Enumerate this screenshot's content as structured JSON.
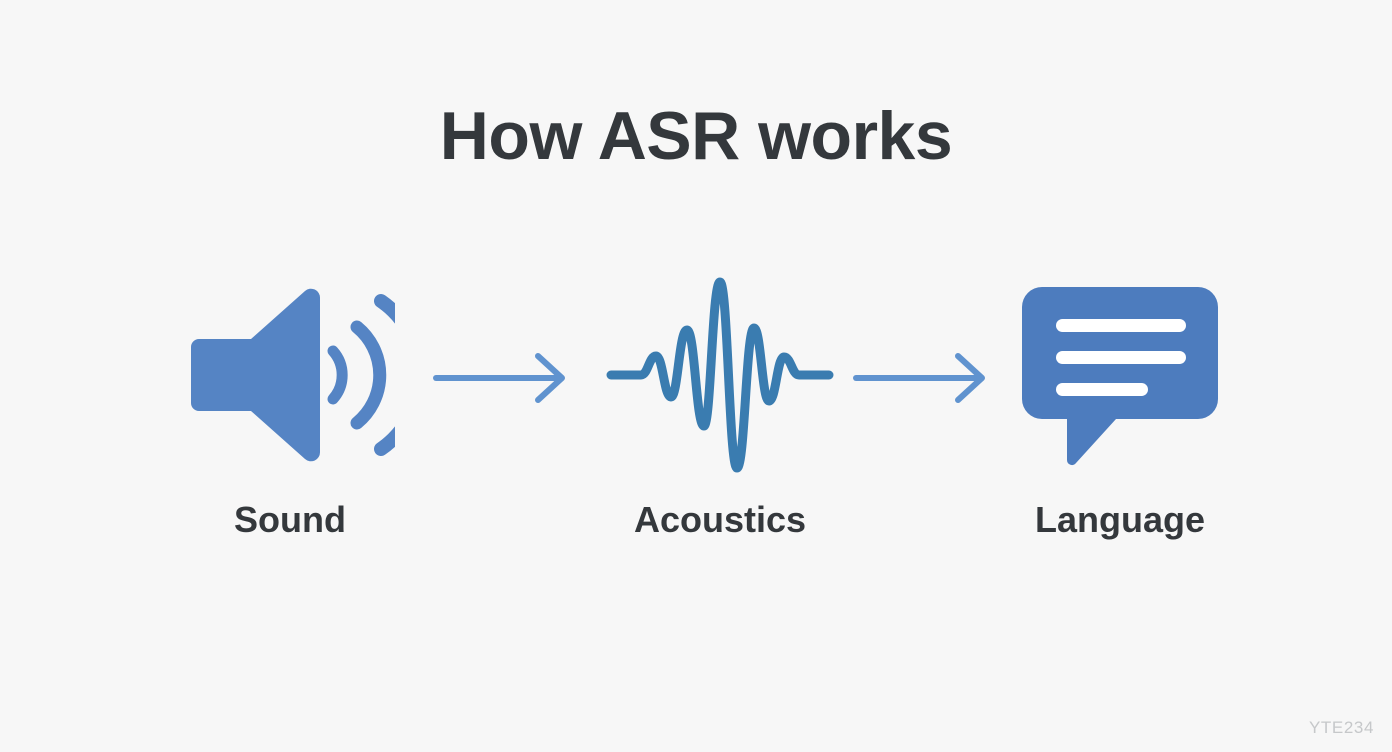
{
  "slide": {
    "title": "How ASR works",
    "background_color": "#f7f7f7",
    "title_color": "#34383c",
    "accent_blue": "#5584c4",
    "bubble_blue": "#4d7cbe",
    "arrow_blue": "#6093cf",
    "watermark": "YTE234"
  },
  "pipeline": {
    "stages": [
      {
        "label": "Sound",
        "icon": "speaker-volume-icon"
      },
      {
        "label": "Acoustics",
        "icon": "waveform-icon"
      },
      {
        "label": "Language",
        "icon": "speech-bubble-icon"
      }
    ],
    "connectors": [
      {
        "icon": "arrow-right-icon"
      },
      {
        "icon": "arrow-right-icon"
      }
    ]
  }
}
